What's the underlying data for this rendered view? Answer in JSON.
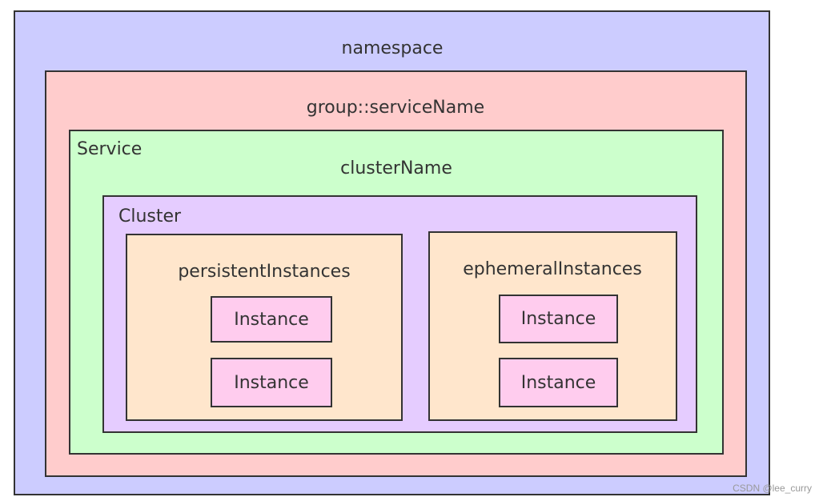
{
  "colors": {
    "namespace_fill": "#ccccff",
    "group_fill": "#ffcccc",
    "service_fill": "#ccffcc",
    "cluster_fill": "#e5ccff",
    "instances_fill": "#ffe6cc",
    "instance_fill": "#ffccee",
    "border": "#333333"
  },
  "namespace": {
    "label": "namespace"
  },
  "group": {
    "label": "group::serviceName"
  },
  "service": {
    "label": "Service",
    "cluster_name": "clusterName"
  },
  "cluster": {
    "label": "Cluster"
  },
  "persistent": {
    "label": "persistentInstances",
    "instances": [
      "Instance",
      "Instance"
    ]
  },
  "ephemeral": {
    "label": "ephemeralInstances",
    "instances": [
      "Instance",
      "Instance"
    ]
  },
  "watermark": "CSDN @lee_curry"
}
